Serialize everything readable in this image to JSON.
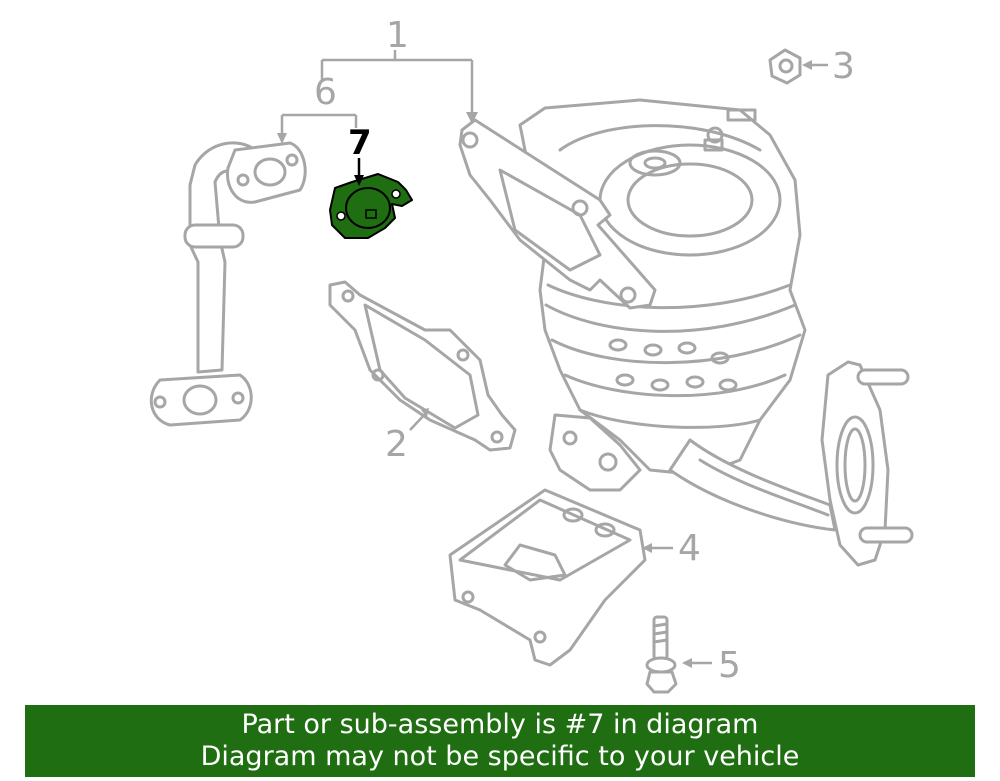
{
  "callouts": {
    "c1": "1",
    "c2": "2",
    "c3": "3",
    "c4": "4",
    "c5": "5",
    "c6": "6",
    "c7": "7"
  },
  "highlight_color": "#1f6e11",
  "part_color": "#a6a6a6",
  "banner": {
    "line1": "Part or sub-assembly is #7 in diagram",
    "line2": "Diagram may not be specific to your vehicle"
  }
}
